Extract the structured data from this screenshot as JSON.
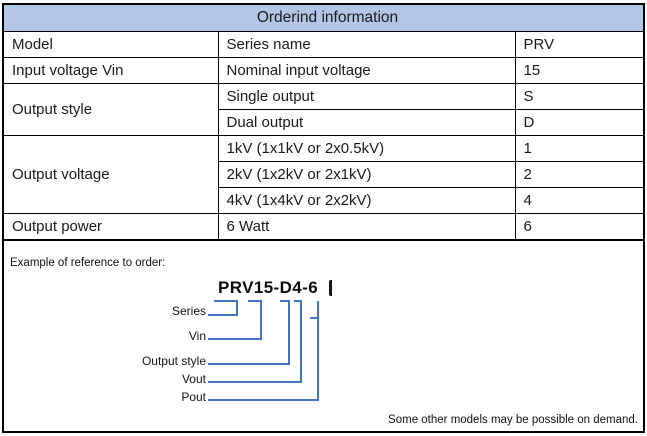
{
  "title": "Orderind information",
  "colors": {
    "title_bg": "#b4c6e7",
    "callout_line": "#4472c4",
    "border": "#000000"
  },
  "table": {
    "rows": [
      {
        "col1": "Model",
        "col2": "Series name",
        "col3": "PRV"
      },
      {
        "col1": "Input voltage Vin",
        "col2": "Nominal input voltage",
        "col3": "15"
      },
      {
        "col1": "Output style",
        "col2": "Single output",
        "col3": "S"
      },
      {
        "col2": "Dual output",
        "col3": "D"
      },
      {
        "col1": "Output voltage",
        "col2": "1kV (1x1kV or 2x0.5kV)",
        "col3": "1"
      },
      {
        "col2": "2kV (1x2kV or 2x1kV)",
        "col3": "2"
      },
      {
        "col2": "4kV (1x4kV or 2x2kV)",
        "col3": "4"
      },
      {
        "col1": "Output power",
        "col2": "6 Watt",
        "col3": "6"
      }
    ]
  },
  "example": {
    "caption": "Example of reference to order:",
    "order_code": "PRV15-D4-6",
    "labels": [
      "Series",
      "Vin",
      "Output style",
      "Vout",
      "Pout"
    ]
  },
  "footnote": "Some other models may be possible on demand."
}
